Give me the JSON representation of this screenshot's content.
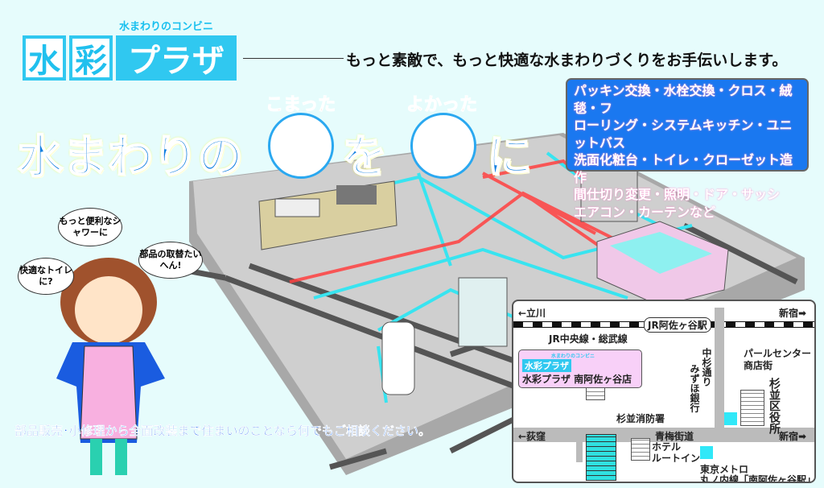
{
  "logo": {
    "subtitle": "水まわりのコンビニ",
    "kanji1": "水",
    "kanji2": "彩",
    "katakana": "プラザ"
  },
  "tagline": "もっと素敵で、もっと快適な水まわりづくりをお手伝いします。",
  "headline": {
    "part1": "水まわりの",
    "part2": "を",
    "part3": "に",
    "face1_label": "こまった",
    "face2_label": "よかった"
  },
  "services": [
    "パッキン交換・水栓交換・クロス・絨毯・フ",
    "ローリング・システムキッチン・ユニットバス",
    "洗面化粧台・トイレ・クローゼット造作",
    "間仕切り変更・照明・ドア・サッシ",
    "エアコン・カーテンなど"
  ],
  "bubbles": {
    "shower": "もっと便利なシャワーに",
    "parts": "部品の取替たいへん!",
    "toilet": "快適なトイレに?"
  },
  "bottom_text": "部品販売･小修理から全面改装まで住まいのことなら何でもご相談ください。",
  "map": {
    "tachikawa": "←立川",
    "shinjuku_top": "新宿➡",
    "jr_station": "JR阿佐ヶ谷駅",
    "jr_line": "JR中央線・総武線",
    "pearl": "パールセンター",
    "shotengai": "商店街",
    "nakasugi": "中杉通り",
    "mizuho": "みずほ銀行",
    "suginami_office": "杉並区役所",
    "fire_station": "杉並消防署",
    "ogikubo": "←荻窪",
    "oume": "青梅街道",
    "shinjuku_bottom": "新宿➡",
    "hotel1": "ホテル",
    "hotel2": "ルートイン",
    "metro1": "東京メトロ",
    "metro2": "丸ノ内線「南阿佐ヶ谷駅」",
    "shop_name": "水彩プラザ 南阿佐ヶ谷店",
    "shop_logo": "水彩プラザ",
    "shop_logo_sub": "水まわりのコンビニ"
  },
  "colors": {
    "bg": "#e6fcfc",
    "accent": "#30c8f0",
    "headline": "#1280e0",
    "service_box": "#1a78f0"
  }
}
